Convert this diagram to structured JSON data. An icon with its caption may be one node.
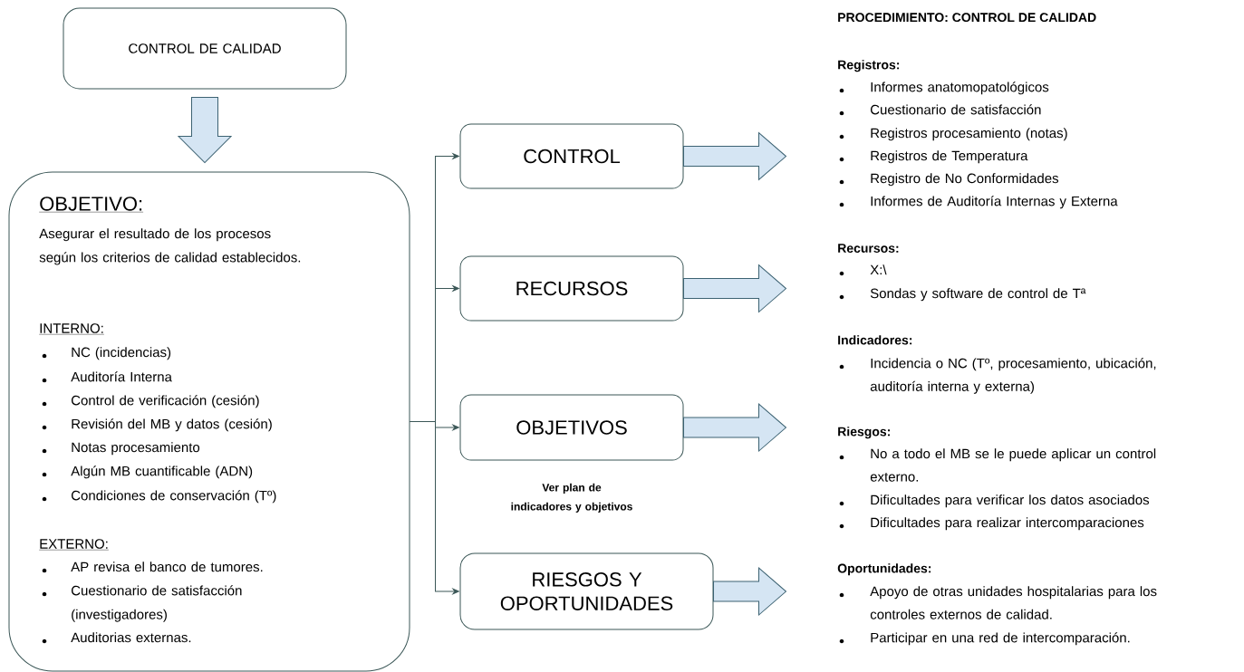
{
  "diagram": {
    "nodes": [
      {
        "text": [
          "CONTROL DE CALIDAD"
        ]
      },
      {
        "text": [
          "OBJETIVO:",
          "Asegurar el resultado de los procesos según los criterios de calidad establecidos.",
          "INTERNO:",
          "NC (incidencias)",
          "Auditoría Interna",
          "Control de verificación (cesión)",
          "Revisión del MB y datos (cesión)",
          "Notas procesamiento",
          "Algún MB cuantificable (ADN)",
          "Condiciones de conservación (Tº)",
          "EXTERNO:",
          "AP revisa el banco de tumores.",
          "Cuestionario de satisfacción (investigadores)",
          "Auditorias externas."
        ]
      },
      {
        "text": [
          "CONTROL"
        ]
      },
      {
        "text": [
          "RECURSOS"
        ]
      },
      {
        "text": [
          "OBJETIVOS"
        ],
        "beside": [
          "Ver plan de indicadores y objetivos"
        ]
      },
      {
        "text": [
          "RIESGOS Y OPORTUNIDADES"
        ]
      }
    ],
    "edges": [
      {
        "from": 0,
        "to": 1,
        "arrow": "to",
        "style": "thick"
      },
      {
        "from": 1,
        "to": 2,
        "arrow": "to"
      },
      {
        "from": 1,
        "to": 3,
        "arrow": "to"
      },
      {
        "from": 1,
        "to": 4,
        "arrow": "to"
      },
      {
        "from": 1,
        "to": 5,
        "arrow": "to"
      },
      {
        "from": 2,
        "to": null,
        "arrow": "to",
        "style": "thick"
      },
      {
        "from": 3,
        "to": null,
        "arrow": "to",
        "style": "thick"
      },
      {
        "from": 4,
        "to": null,
        "arrow": "to",
        "style": "thick"
      },
      {
        "from": 5,
        "to": null,
        "arrow": "to",
        "style": "thick"
      }
    ],
    "labels": [
      "PROCEDIMIENTO: CONTROL DE CALIDAD",
      "Registros:",
      "Informes anatomopatológicos",
      "Cuestionario de satisfacción",
      "Registros procesamiento (notas)",
      "Registros de Temperatura",
      "Registro de No Conformidades",
      "Informes de Auditoría Internas y Externa",
      "Recursos:",
      "X:\\",
      "Sondas y software de control de Tª",
      "Indicadores:",
      "Incidencia o NC (Tº, procesamiento, ubicación, auditoría interna y externa)",
      "Riesgos:",
      "No a todo el MB se le puede aplicar un control externo.",
      "Dificultades para verificar los datos asociados",
      "Dificultades para realizar intercomparaciones",
      "Oportunidades:",
      "Apoyo de otras unidades hospitalarias para los controles externos de calidad.",
      "Participar en una red de intercomparación."
    ]
  }
}
